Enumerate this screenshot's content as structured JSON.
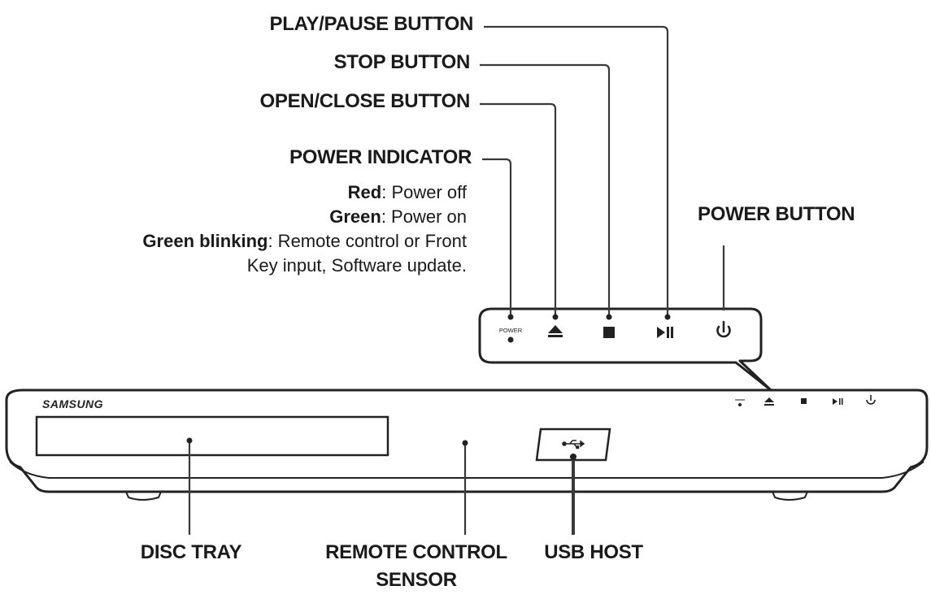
{
  "labels": {
    "play_pause": "PLAY/PAUSE BUTTON",
    "stop": "STOP BUTTON",
    "open_close": "OPEN/CLOSE BUTTON",
    "power_indicator": "POWER INDICATOR",
    "power_button": "POWER BUTTON",
    "disc_tray": "DISC TRAY",
    "remote_sensor_line1": "REMOTE CONTROL",
    "remote_sensor_line2": "SENSOR",
    "usb_host": "USB HOST"
  },
  "power_indicator_states": [
    {
      "state": "Red",
      "meaning": ": Power off"
    },
    {
      "state": "Green",
      "meaning": ": Power on"
    },
    {
      "state": "Green blinking",
      "meaning": ": Remote control or Front"
    },
    {
      "state": "",
      "meaning": "Key input, Software update."
    }
  ],
  "device": {
    "brand": "SAMSUNG",
    "callout_power_text": "POWER"
  },
  "icons": [
    "power-indicator-dot-icon",
    "eject-icon",
    "stop-icon",
    "play-pause-icon",
    "power-icon",
    "usb-icon"
  ],
  "colors": {
    "ink": "#1a1a1a",
    "outline": "#222222",
    "leader": "#3a3a3a"
  }
}
